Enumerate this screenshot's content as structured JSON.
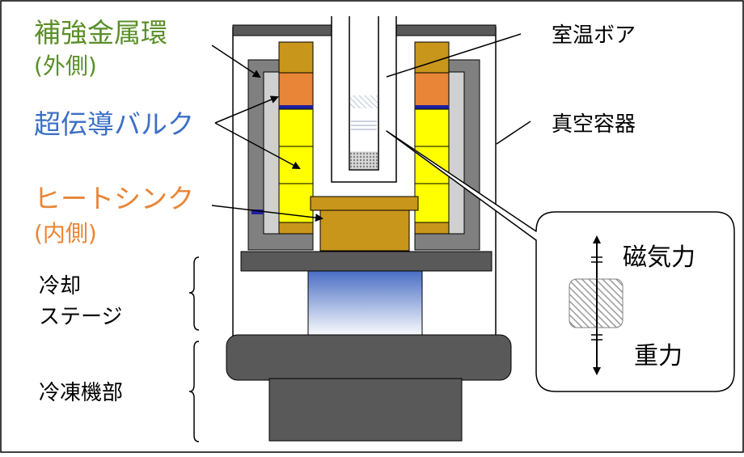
{
  "labels": {
    "reinforcement_ring": "補強金属環",
    "reinforcement_ring_sub": "(外側)",
    "bulk": "超伝導バルク",
    "heatsink": "ヒートシンク",
    "heatsink_sub": "(内側)",
    "cooling_stage_line1": "冷却",
    "cooling_stage_line2": "ステージ",
    "refrigerator": "冷凍機部",
    "bore": "室温ボア",
    "vacuum_vessel": "真空容器",
    "magnetic_force": "磁気力",
    "gravity": "重力"
  },
  "colors": {
    "green": "#5a8f28",
    "blue": "#3b6fc6",
    "orange": "#e98536",
    "yellow": "#ffff00",
    "gold": "#c8961b",
    "dark_gray": "#595959",
    "mid_gray": "#808080",
    "light_gray": "#bfbfbf",
    "navy": "#1f1f9f"
  }
}
